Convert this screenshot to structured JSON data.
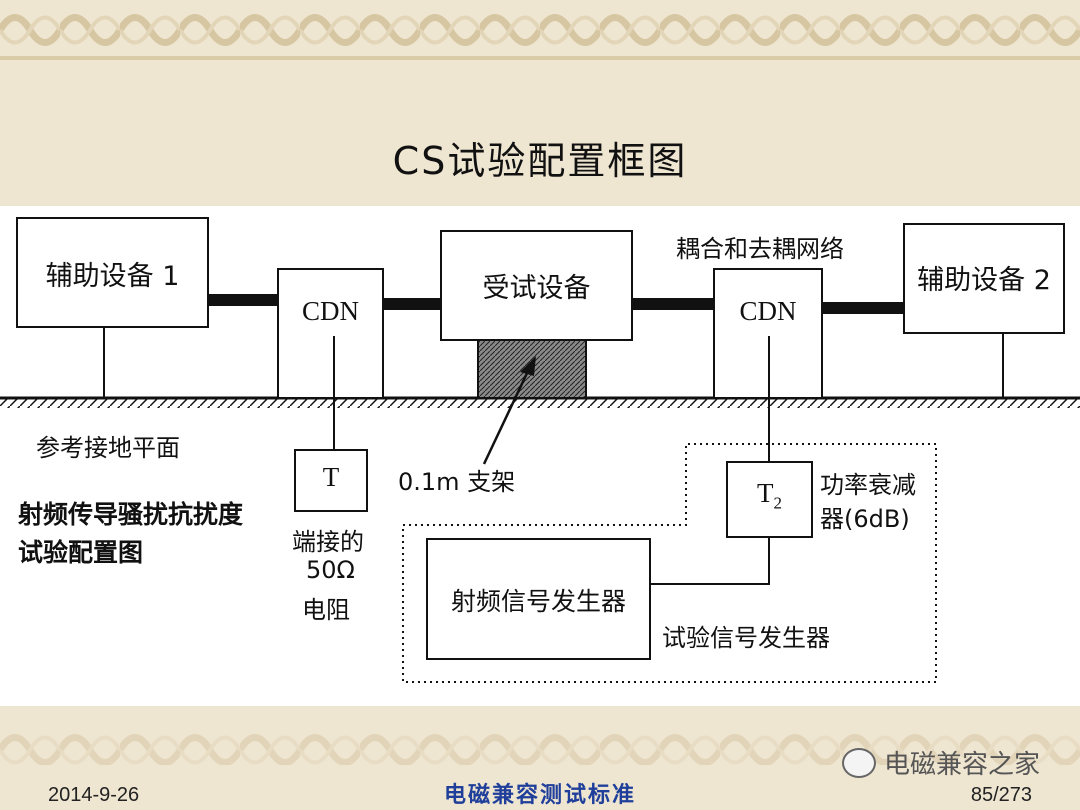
{
  "slide": {
    "title": "CS试验配置框图",
    "footer_date": "2014-9-26",
    "footer_center": "电磁兼容测试标准",
    "footer_page": "85/273",
    "watermark": "电磁兼容之家"
  },
  "diagram": {
    "aux1": "辅助设备 1",
    "aux2": "辅助设备 2",
    "cdn_left": "CDN",
    "cdn_right": "CDN",
    "eut": "受试设备",
    "coupling_network": "耦合和去耦网络",
    "ground_plane": "参考接地平面",
    "support": "0.1m 支架",
    "terminator": "T",
    "terminator_desc_1": "端接的",
    "terminator_desc_2": "50Ω",
    "terminator_desc_3": "电阻",
    "attenuator": "T",
    "attenuator_sub": "2",
    "attenuator_desc_1": "功率衰减",
    "attenuator_desc_2": "器(6dB)",
    "rf_generator": "射频信号发生器",
    "test_generator": "试验信号发生器",
    "caption_1": "射频传导骚扰抗扰度",
    "caption_2": "试验配置图"
  },
  "colors": {
    "background": "#efe6d2",
    "pattern": "#d8c9a8",
    "footer_text": "#1f3f9a"
  }
}
